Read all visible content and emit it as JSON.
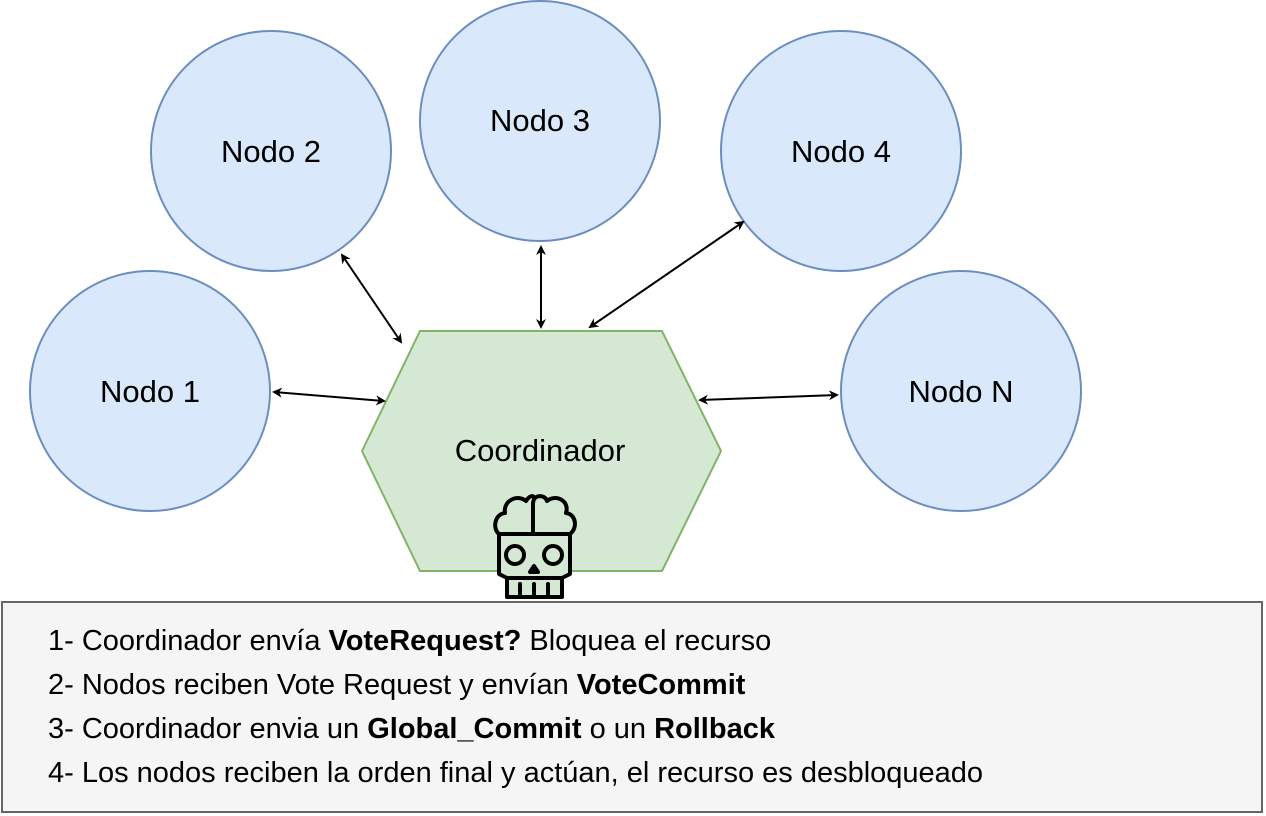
{
  "nodes": {
    "n1": "Nodo 1",
    "n2": "Nodo 2",
    "n3": "Nodo 3",
    "n4": "Nodo 4",
    "nN": "Nodo N"
  },
  "coordinator": {
    "label": "Coordinador",
    "icon": "zombie-skull-icon"
  },
  "colors": {
    "node_fill": "#dae8fc",
    "node_stroke": "#6c8ebf",
    "coord_fill": "#d5e8d4",
    "coord_stroke": "#82b366",
    "legend_fill": "#f5f5f5",
    "legend_stroke": "#666666"
  },
  "legend": {
    "l1": {
      "a": "1- Coordinador envía ",
      "b": "VoteRequest?",
      "c": " Bloquea el recurso"
    },
    "l2": {
      "a": "2- Nodos reciben Vote Request y envían ",
      "b": "VoteCommit"
    },
    "l3": {
      "a": "3- Coordinador envia un ",
      "b": "Global_Commit",
      "c": " o un ",
      "d": "Rollback"
    },
    "l4": {
      "a": "4- Los nodos reciben la orden final y actúan, el recurso es desbloqueado"
    }
  }
}
